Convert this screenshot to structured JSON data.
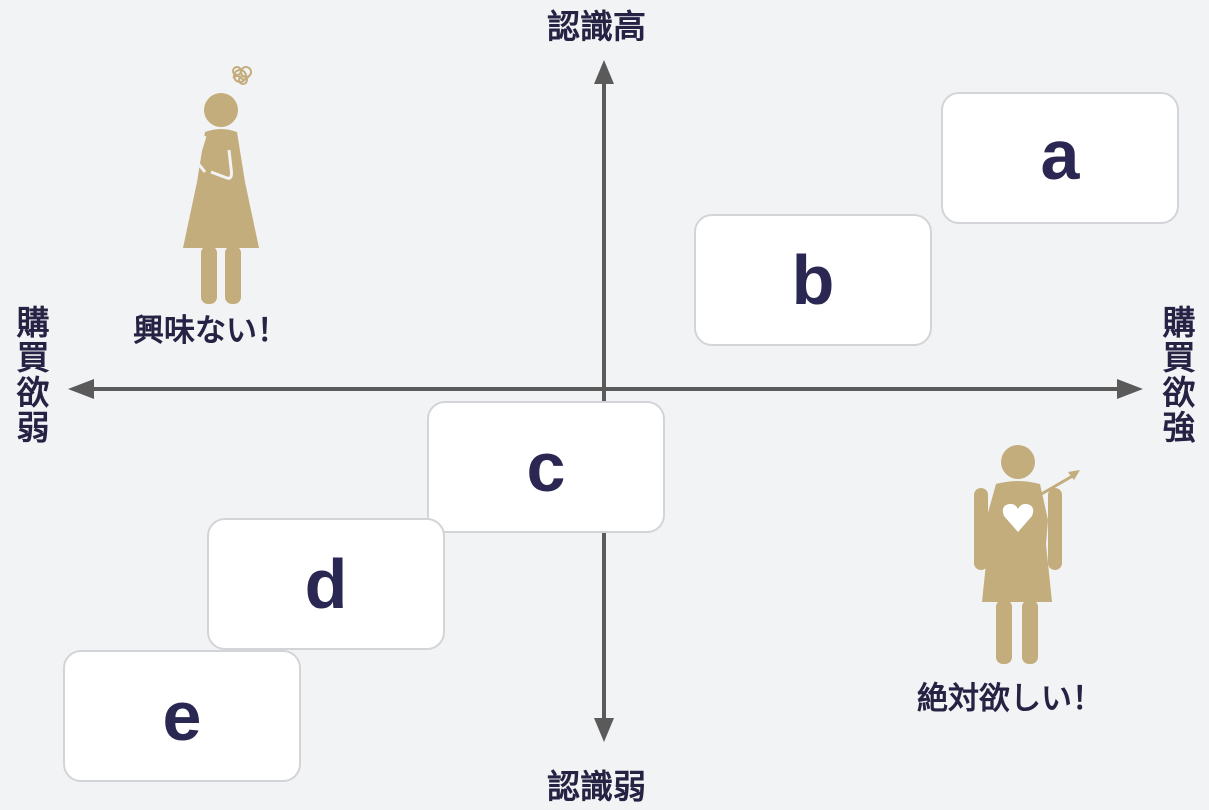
{
  "axes": {
    "top": "認識高",
    "bottom": "認識弱",
    "left": "購買欲弱",
    "right": "購買欲強"
  },
  "boxes": [
    {
      "id": "a",
      "label": "a"
    },
    {
      "id": "b",
      "label": "b"
    },
    {
      "id": "c",
      "label": "c"
    },
    {
      "id": "d",
      "label": "d"
    },
    {
      "id": "e",
      "label": "e"
    }
  ],
  "figures": {
    "uninterested": {
      "caption": "興味ない！",
      "icon": "confused-woman-icon"
    },
    "eager": {
      "caption": "絶対欲しい！",
      "icon": "heart-arrow-woman-icon"
    }
  },
  "colors": {
    "background": "#f2f3f5",
    "axis": "#5a5a5a",
    "text": "#252244",
    "figure": "#c4ad7c",
    "box_border": "#d3d4d8"
  }
}
